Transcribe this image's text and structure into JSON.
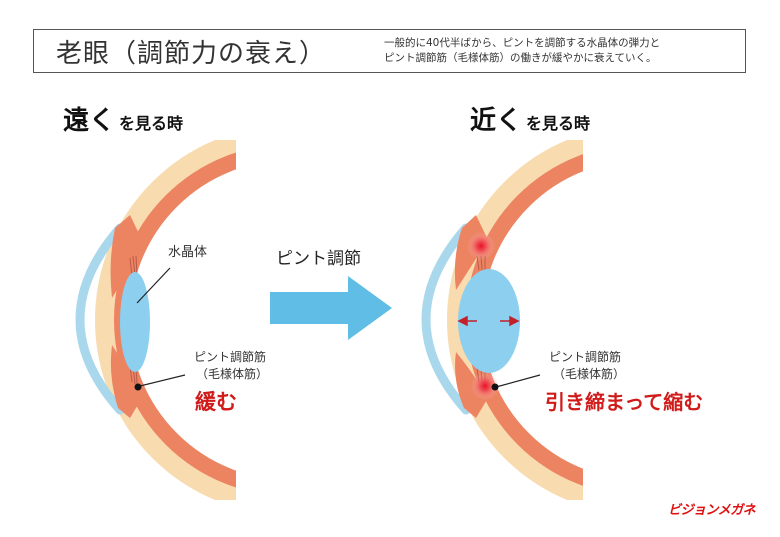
{
  "header": {
    "title": "老眼（調節力の衰え）",
    "description_line1": "一般的に40代半ばから、ピントを調節する水晶体の弾力と",
    "description_line2": "ピント調節筋（毛様体筋）の働きが緩やかに衰えていく。"
  },
  "left_panel": {
    "heading_big": "遠く",
    "heading_small": "を見る時",
    "lens_label": "水晶体",
    "muscle_label_line1": "ピント調節筋",
    "muscle_label_line2": "（毛様体筋）",
    "state_label": "緩む"
  },
  "center": {
    "arrow_label": "ピント調節",
    "arrow_icon": "right-arrow-icon"
  },
  "right_panel": {
    "heading_big": "近く",
    "heading_small": "を見る時",
    "muscle_label_line1": "ピント調節筋",
    "muscle_label_line2": "（毛様体筋）",
    "state_label": "引き締まって縮む"
  },
  "brand": {
    "name": "ビジョンメガネ"
  },
  "colors": {
    "sclera_outer": "#f8dcb0",
    "choroid": "#ec8462",
    "cornea": "#a9d8ec",
    "lens": "#8ccfee",
    "arrow": "#5fbde6",
    "emphasis_red": "#d11a1a",
    "brand_red": "#e01010"
  }
}
